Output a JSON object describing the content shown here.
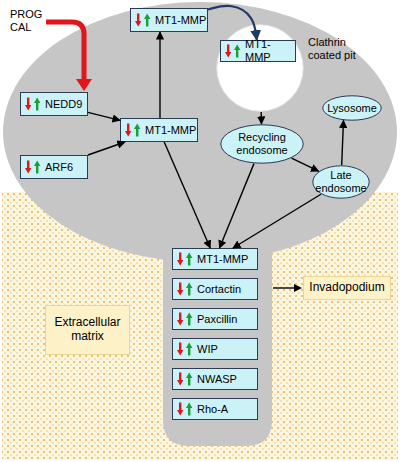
{
  "diagram": {
    "nodes": [
      {
        "text": [
          "MT1-MMP"
        ]
      },
      {
        "text": [
          "Clathrin coated pit"
        ]
      },
      {
        "text": [
          "MT1-MMP"
        ],
        "in": 1
      },
      {
        "text": [
          "NEDD9"
        ]
      },
      {
        "text": [
          "Lysosome"
        ]
      },
      {
        "text": [
          "MT1-MMP"
        ]
      },
      {
        "text": [
          "Recycling endosome"
        ]
      },
      {
        "text": [
          "ARF6"
        ]
      },
      {
        "text": [
          "Late endosome"
        ]
      },
      {
        "text": [
          "MT1-MMP"
        ]
      },
      {
        "text": [
          "Cortactin"
        ]
      },
      {
        "text": [
          "Invadopodium"
        ]
      },
      {
        "text": [
          "Paxcillin"
        ]
      },
      {
        "text": [
          "Extracellular matrix"
        ]
      },
      {
        "text": [
          "WIP"
        ]
      },
      {
        "text": [
          "NWASP"
        ]
      },
      {
        "text": [
          "Rho-A"
        ]
      }
    ],
    "edges": [
      {
        "from": 0,
        "to": 2,
        "arrow": "to"
      },
      {
        "from": 5,
        "to": 0,
        "arrow": "to"
      },
      {
        "from": 3,
        "to": 5,
        "arrow": "to"
      },
      {
        "from": 7,
        "to": 5,
        "arrow": "to"
      },
      {
        "from": 1,
        "to": 6,
        "arrow": "to"
      },
      {
        "from": 6,
        "to": 8,
        "arrow": "to"
      },
      {
        "from": 8,
        "to": 4,
        "arrow": "to"
      },
      {
        "from": 5,
        "to": 9,
        "arrow": "to"
      },
      {
        "from": 6,
        "to": 9,
        "arrow": "to"
      },
      {
        "from": 8,
        "to": 9,
        "arrow": "to"
      }
    ],
    "labels": [
      "PROG CAL"
    ]
  }
}
